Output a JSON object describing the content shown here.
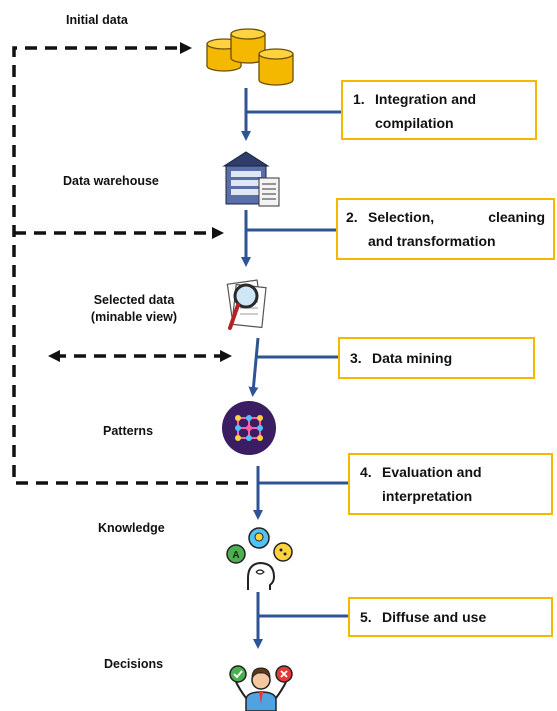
{
  "colors": {
    "flow_line": "#2f5496",
    "dashed": "#111111",
    "box_border": "#f5b800"
  },
  "stages": [
    {
      "label": "Initial data",
      "icon": "database-icon"
    },
    {
      "label": "Data warehouse",
      "icon": "warehouse-icon"
    },
    {
      "label_line1": "Selected data",
      "label_line2": "(minable view)",
      "icon": "document-search-icon"
    },
    {
      "label": "Patterns",
      "icon": "pattern-grid-icon"
    },
    {
      "label": "Knowledge",
      "icon": "knowledge-head-icon"
    },
    {
      "label": "Decisions",
      "icon": "decision-person-icon"
    }
  ],
  "steps": [
    {
      "num": "1.",
      "line1": "Integration and",
      "line2": "compilation"
    },
    {
      "num": "2.",
      "line1_a": "Selection,",
      "line1_b": "cleaning",
      "line2": "and transformation"
    },
    {
      "num": "3.",
      "line1": "Data mining"
    },
    {
      "num": "4.",
      "line1": "Evaluation and",
      "line2": "interpretation"
    },
    {
      "num": "5.",
      "line1": "Diffuse and use"
    }
  ]
}
